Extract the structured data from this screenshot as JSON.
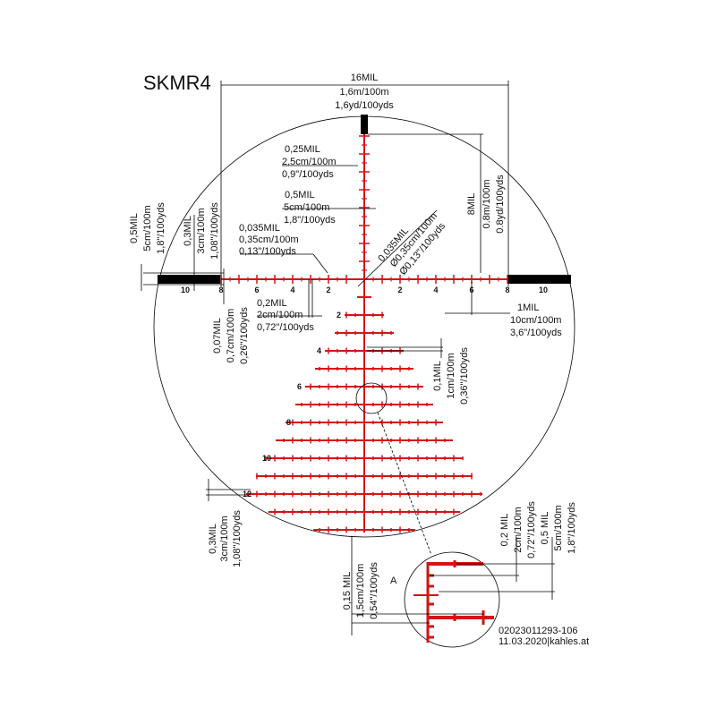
{
  "title": "SKMR4",
  "top_dim": [
    "16MIL",
    "1,6m/100m",
    "1,6yd/100yds"
  ],
  "dim_025": [
    "0,25MIL",
    "2,5cm/100m",
    "0,9\"/100yds"
  ],
  "dim_05_top": [
    "0,5MIL",
    "5cm/100m",
    "1,8\"/100yds"
  ],
  "dim_0035": [
    "0,035MIL",
    "0,35cm/100m",
    "0,13\"/100yds"
  ],
  "dim_0035_diag": [
    "0,035MIL",
    "Ø0,35cm/100m",
    "Ø0,13\"/100yds"
  ],
  "dim_02": [
    "0,2MIL",
    "2cm/100m",
    "0,72\"/100yds"
  ],
  "dim_1": [
    "1MIL",
    "10cm/100m",
    "3,6\"/100yds"
  ],
  "dim_8": [
    "8MIL",
    "0.8m/100m",
    "0.8yd/100yds"
  ],
  "dim_05_left": [
    "0,5MIL",
    "5cm/100m",
    "1,8\"/100yds"
  ],
  "dim_03_left": [
    "0,3MIL",
    "3cm/100m",
    "1,08\"/100yds"
  ],
  "dim_007": [
    "0,07MIL",
    "0,7cm/100m",
    "0,26\"/100yds"
  ],
  "dim_01": [
    "0,1MIL",
    "1cm/100m",
    "0,36\"/100yds"
  ],
  "dim_03_bottom": [
    "0,3MIL",
    "3cm/100m",
    "1,08\"/100yds"
  ],
  "dim_015": [
    "0,15 MIL",
    "1,5cm/100m",
    "0,54\"/100yds"
  ],
  "dim_02_inset": [
    "0,2 MIL",
    "2cm/100m",
    "0,72\"/100yds"
  ],
  "dim_05_inset": [
    "0,5 MIL",
    "5cm/100m",
    "1,8\"/100yds"
  ],
  "inset_label": "A",
  "horizontal_labels": [
    "10",
    "8",
    "6",
    "4",
    "2",
    "2",
    "4",
    "6",
    "8",
    "10"
  ],
  "vertical_labels": [
    "2",
    "4",
    "6",
    "8",
    "10",
    "12"
  ],
  "footer": [
    "02023011293-106",
    "11.03.2020|kahles.at"
  ],
  "colors": {
    "reticle": "#d41414",
    "ink": "#000000"
  }
}
